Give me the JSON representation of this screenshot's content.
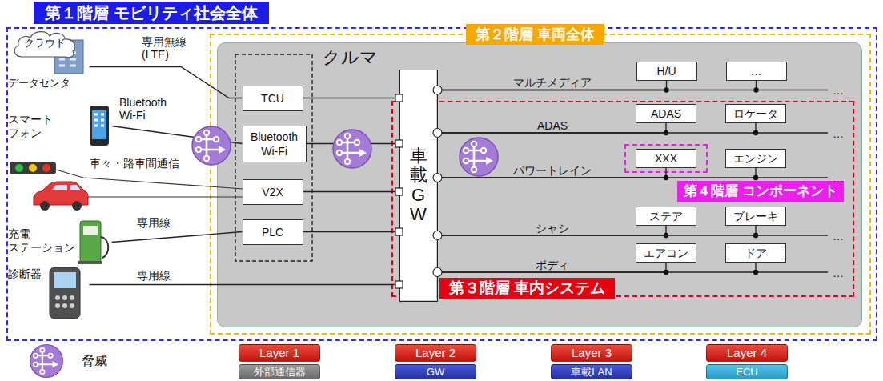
{
  "diagram": {
    "nodes": [
      {
        "text": [
          "第１階層 モビリティ社会全体"
        ]
      },
      {
        "text": [
          "クラウド"
        ],
        "in": 0
      },
      {
        "text": [
          "データセンタ"
        ],
        "in": 0
      },
      {
        "text": [
          "スマート フォン"
        ],
        "in": 0
      },
      {
        "text": [
          "充電 ステーション"
        ],
        "in": 0
      },
      {
        "text": [
          "診断器"
        ],
        "in": 0
      },
      {
        "text": [
          "第２階層 車両全体"
        ],
        "in": 0
      },
      {
        "text": [
          "クルマ"
        ],
        "in": 6
      },
      {
        "text": [
          "TCU"
        ],
        "in": 7
      },
      {
        "text": [
          "Bluetooth Wi-Fi"
        ],
        "in": 7
      },
      {
        "text": [
          "V2X"
        ],
        "in": 7
      },
      {
        "text": [
          "PLC"
        ],
        "in": 7
      },
      {
        "text": [
          "車載GW"
        ],
        "in": 7
      },
      {
        "text": [
          "H/U"
        ],
        "in": 7
      },
      {
        "text": [
          "…"
        ],
        "in": 7
      },
      {
        "text": [
          "第３階層 車内システム"
        ],
        "in": 7
      },
      {
        "text": [
          "ADAS"
        ],
        "in": 15
      },
      {
        "text": [
          "ロケータ"
        ],
        "in": 15
      },
      {
        "text": [
          "第４階層 コンポーネント"
        ],
        "in": 15
      },
      {
        "text": [
          "XXX"
        ],
        "in": 18
      },
      {
        "text": [
          "エンジン"
        ],
        "in": 15
      },
      {
        "text": [
          "ステア"
        ],
        "in": 15
      },
      {
        "text": [
          "ブレーキ"
        ],
        "in": 15
      },
      {
        "text": [
          "エアコン"
        ],
        "in": 15
      },
      {
        "text": [
          "ドア"
        ],
        "in": 15
      },
      {
        "text": [
          "Layer 1"
        ]
      },
      {
        "text": [
          "Layer 2"
        ]
      },
      {
        "text": [
          "Layer 3"
        ]
      },
      {
        "text": [
          "Layer 4"
        ]
      },
      {
        "text": [
          "外部通信器"
        ]
      },
      {
        "text": [
          "GW"
        ]
      },
      {
        "text": [
          "車載LAN"
        ]
      },
      {
        "text": [
          "ECU"
        ]
      }
    ],
    "edges": [
      {
        "from": 2,
        "to": 8,
        "label": "専用無線 (LTE)",
        "arrow": "none"
      },
      {
        "from": 3,
        "to": 9,
        "label": "Bluetooth Wi-Fi",
        "arrow": "none"
      },
      {
        "from": 4,
        "to": 11,
        "label": "専用線",
        "arrow": "none"
      },
      {
        "from": 5,
        "to": 12,
        "label": "専用線",
        "arrow": "none"
      },
      {
        "from": 8,
        "to": 12,
        "arrow": "none"
      },
      {
        "from": 9,
        "to": 12,
        "arrow": "none"
      },
      {
        "from": 10,
        "to": 12,
        "arrow": "none"
      },
      {
        "from": 11,
        "to": 12,
        "arrow": "none"
      },
      {
        "from": 12,
        "to": 13,
        "arrow": "none"
      },
      {
        "from": 12,
        "to": 14,
        "arrow": "none"
      },
      {
        "from": 12,
        "to": 16,
        "arrow": "none"
      },
      {
        "from": 12,
        "to": 17,
        "arrow": "none"
      },
      {
        "from": 12,
        "to": 19,
        "arrow": "none"
      },
      {
        "from": 12,
        "to": 20,
        "arrow": "none"
      },
      {
        "from": 12,
        "to": 21,
        "arrow": "none"
      },
      {
        "from": 12,
        "to": 22,
        "arrow": "none"
      },
      {
        "from": 12,
        "to": 23,
        "arrow": "none"
      },
      {
        "from": 12,
        "to": 24,
        "arrow": "none"
      }
    ],
    "labels": [
      "車々・路車間通信",
      "マルチメディア",
      "ADAS",
      "パワートレイン",
      "シャシ",
      "ボディ",
      "…",
      "…",
      "…",
      "…",
      "…"
    ],
    "legend": [
      {
        "text": "脅威"
      }
    ]
  }
}
